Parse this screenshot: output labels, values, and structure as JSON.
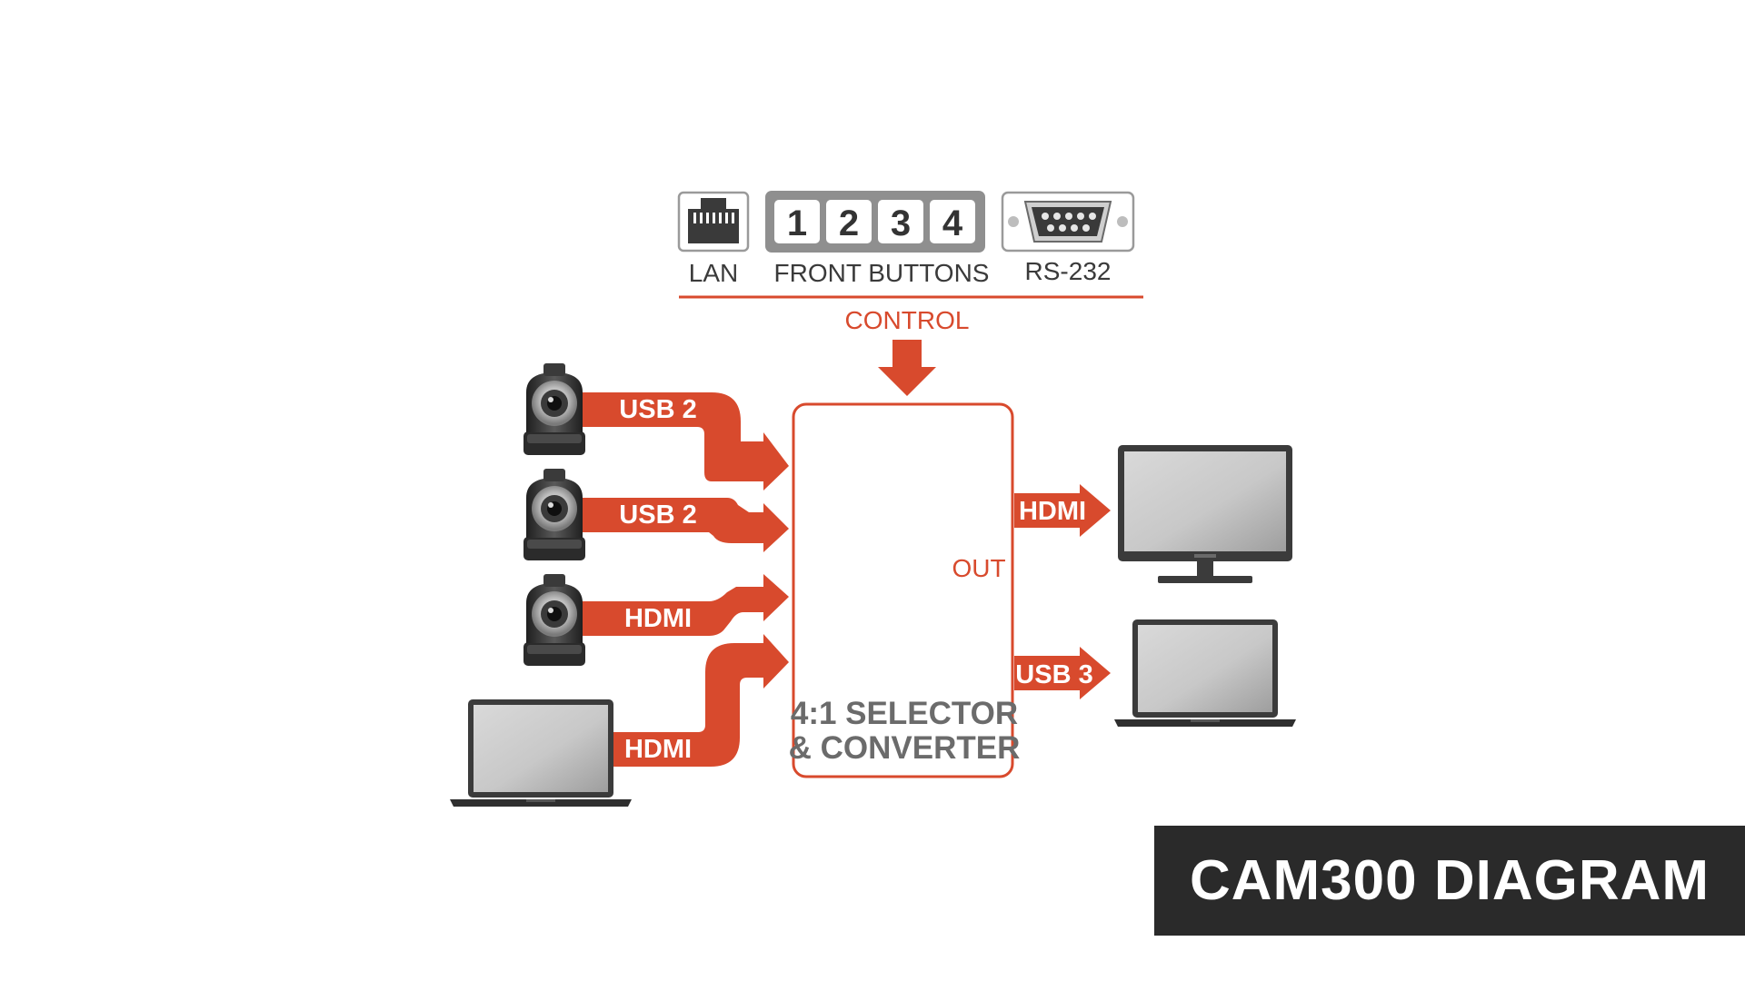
{
  "control": {
    "lan_label": "LAN",
    "front_buttons_label": "FRONT BUTTONS",
    "rs232_label": "RS-232",
    "control_label": "CONTROL",
    "buttons": [
      "1",
      "2",
      "3",
      "4"
    ]
  },
  "inputs": [
    {
      "device": "ptz-camera",
      "label": "USB 2"
    },
    {
      "device": "ptz-camera",
      "label": "USB 2"
    },
    {
      "device": "ptz-camera",
      "label": "HDMI"
    },
    {
      "device": "laptop",
      "label": "HDMI"
    }
  ],
  "selector": {
    "line1": "4:1 SELECTOR",
    "line2": "& CONVERTER",
    "out_label": "OUT"
  },
  "outputs": [
    {
      "device": "monitor",
      "label": "HDMI"
    },
    {
      "device": "laptop",
      "label": "USB 3"
    }
  ],
  "caption": "CAM300 DIAGRAM",
  "colors": {
    "accent": "#d84a2d",
    "caption_bg": "#2a2a2a"
  }
}
